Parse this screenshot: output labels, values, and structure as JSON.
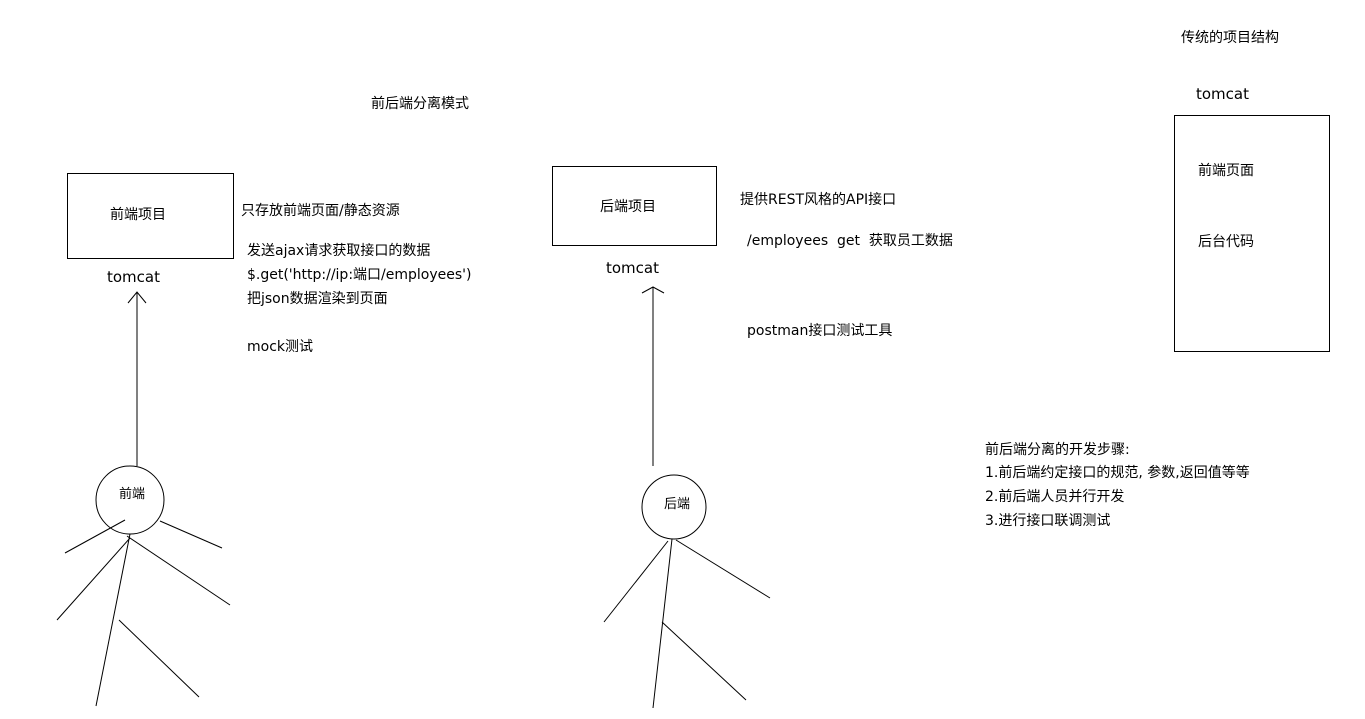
{
  "title": "前后端分离模式",
  "frontend": {
    "box_label": "前端项目",
    "server": "tomcat",
    "notes": [
      "只存放前端页面/静态资源",
      "发送ajax请求获取接口的数据",
      "$.get('http://ip:端口/employees')",
      "把json数据渲染到页面",
      "mock测试"
    ],
    "person": "前端"
  },
  "backend": {
    "box_label": "后端项目",
    "server": "tomcat",
    "notes": [
      "提供REST风格的API接口",
      "/employees  get  获取员工数据",
      "postman接口测试工具"
    ],
    "person": "后端"
  },
  "traditional": {
    "title": "传统的项目结构",
    "server": "tomcat",
    "items": [
      "前端页面",
      "后台代码"
    ]
  },
  "steps": {
    "title": "前后端分离的开发步骤:",
    "items": [
      "1.前后端约定接口的规范, 参数,返回值等等",
      "2.前后端人员并行开发",
      "3.进行接口联调测试"
    ]
  }
}
